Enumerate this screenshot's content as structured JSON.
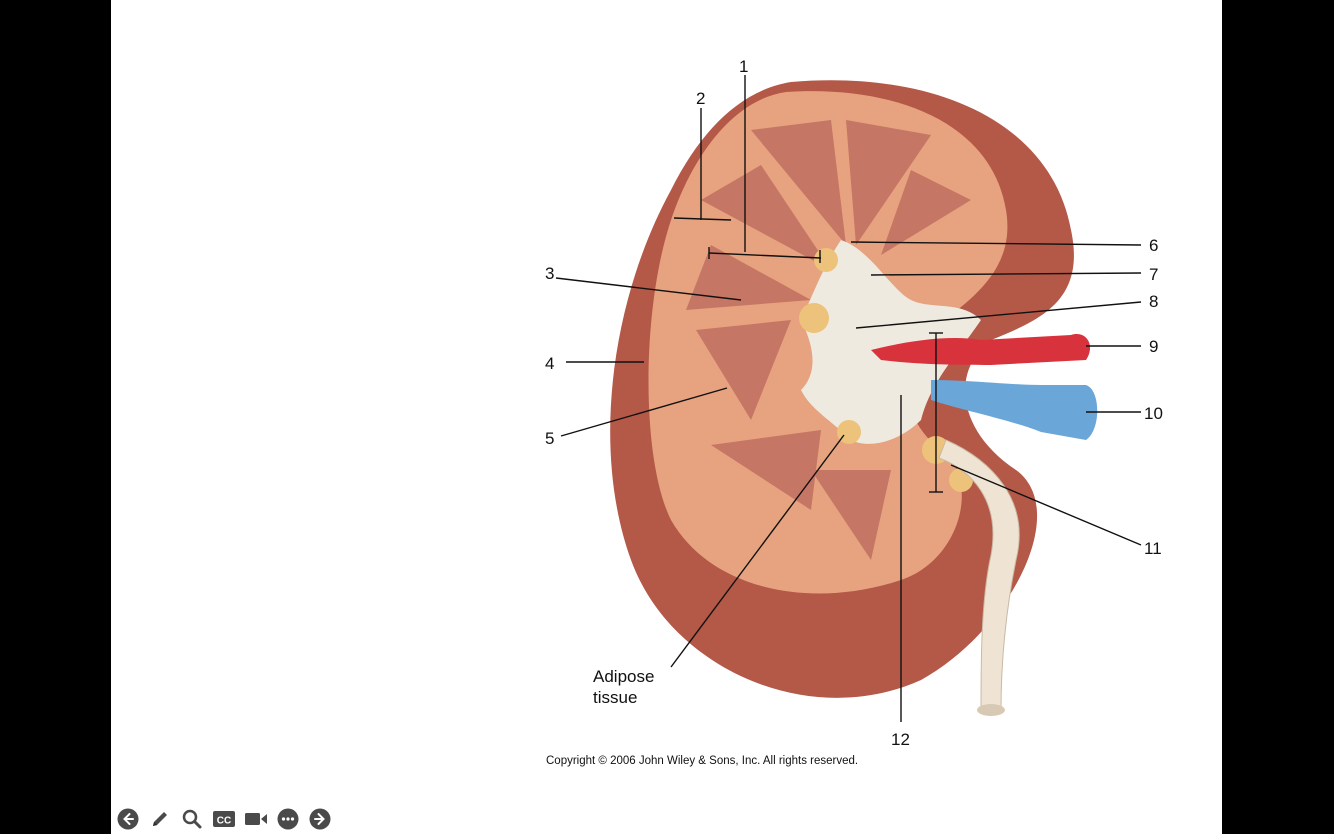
{
  "diagram": {
    "labels": [
      {
        "id": "1",
        "text": "1"
      },
      {
        "id": "2",
        "text": "2"
      },
      {
        "id": "3",
        "text": "3"
      },
      {
        "id": "4",
        "text": "4"
      },
      {
        "id": "5",
        "text": "5"
      },
      {
        "id": "6",
        "text": "6"
      },
      {
        "id": "7",
        "text": "7"
      },
      {
        "id": "8",
        "text": "8"
      },
      {
        "id": "9",
        "text": "9"
      },
      {
        "id": "10",
        "text": "10"
      },
      {
        "id": "11",
        "text": "11"
      },
      {
        "id": "12",
        "text": "12"
      },
      {
        "id": "adipose",
        "text": "Adipose tissue"
      }
    ],
    "copyright": "Copyright © 2006 John Wiley & Sons, Inc.  All rights reserved."
  },
  "toolbar": {
    "buttons": [
      {
        "name": "previous-slide-button",
        "icon": "arrow-left-icon"
      },
      {
        "name": "pen-tool-button",
        "icon": "pencil-icon"
      },
      {
        "name": "zoom-button",
        "icon": "magnifier-icon"
      },
      {
        "name": "captions-button",
        "icon": "cc-icon",
        "text": "CC"
      },
      {
        "name": "camera-button",
        "icon": "video-camera-icon"
      },
      {
        "name": "more-options-button",
        "icon": "ellipsis-icon"
      },
      {
        "name": "next-slide-button",
        "icon": "arrow-right-icon"
      }
    ]
  },
  "colors": {
    "cortex": "#e7a37f",
    "medulla": "#c57664",
    "capsule": "#b85a4a",
    "artery": "#d8333d",
    "vein": "#6aa6d8",
    "pelvis": "#efeae0",
    "fat": "#edc27a",
    "ureter": "#efe4d4",
    "icon": "#4a4a4a"
  }
}
